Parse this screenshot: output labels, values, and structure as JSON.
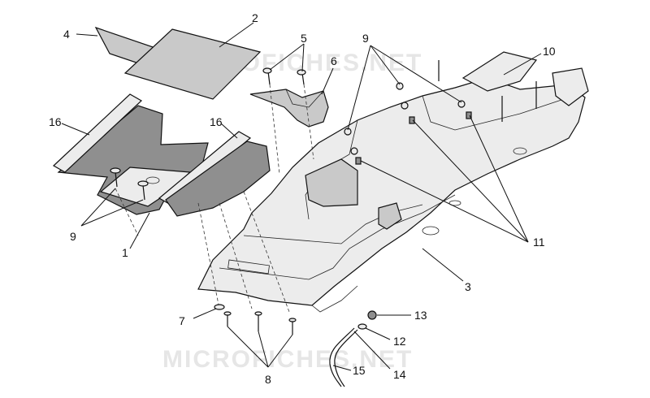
{
  "watermark": {
    "text": "MICROFICHES.NET"
  },
  "callouts": {
    "c1": "1",
    "c2": "2",
    "c3": "3",
    "c4": "4",
    "c5": "5",
    "c6": "6",
    "c7": "7",
    "c8": "8",
    "c9_top": "9",
    "c9_left": "9",
    "c10": "10",
    "c11": "11",
    "c12": "12",
    "c13": "13",
    "c14": "14",
    "c15": "15",
    "c16_left": "16",
    "c16_right": "16"
  }
}
